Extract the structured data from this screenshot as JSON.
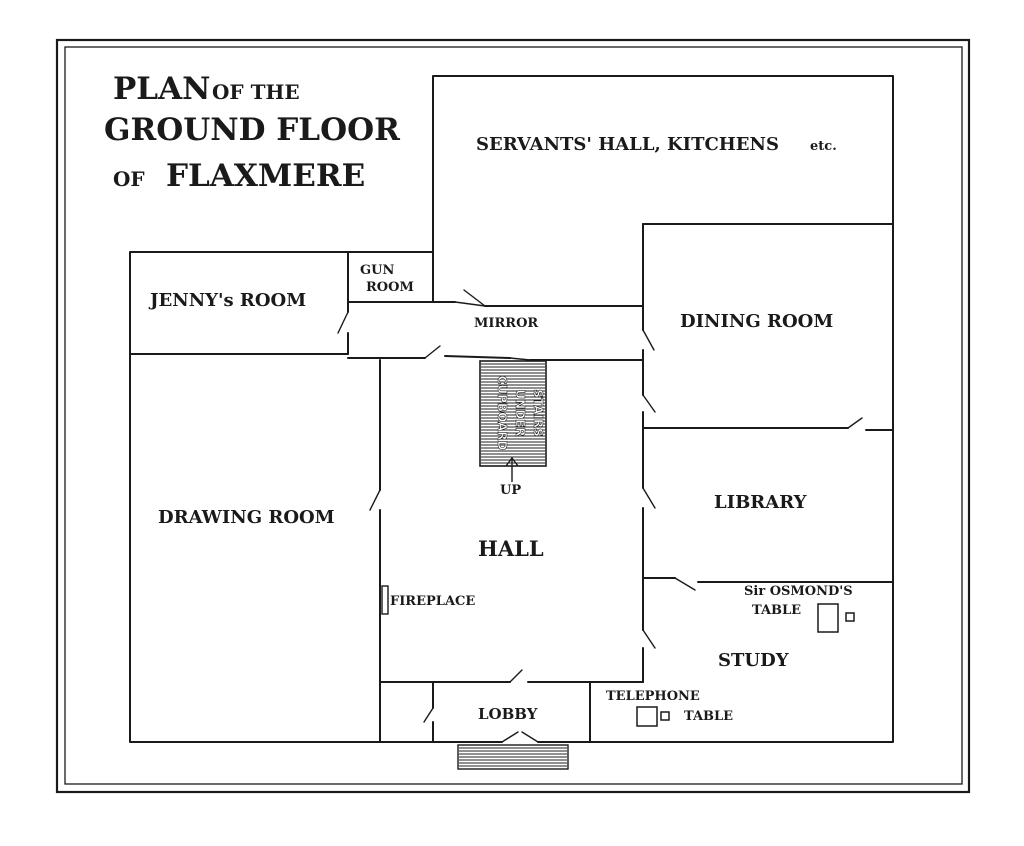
{
  "title": {
    "line1_big": "PLAN",
    "line1_small": "OF THE",
    "line2": "GROUND FLOOR",
    "line3_small": "OF",
    "line3_big": "FLAXMERE"
  },
  "rooms": {
    "servants_hall": "SERVANTS' HALL, KITCHENS",
    "servants_hall_suffix": "etc.",
    "jennys_room": "JENNY's ROOM",
    "gun_room_line1": "GUN",
    "gun_room_line2": "ROOM",
    "dining_room": "DINING ROOM",
    "drawing_room": "DRAWING ROOM",
    "hall": "HALL",
    "library": "LIBRARY",
    "study": "STUDY",
    "lobby": "LOBBY"
  },
  "features": {
    "mirror": "MIRROR",
    "cupboard_line1": "CUPBOARD",
    "cupboard_line2": "UNDER",
    "cupboard_line3": "STAIRS",
    "up": "UP",
    "fireplace": "FIREPLACE",
    "osmonds_table_line1": "Sir OSMOND'S",
    "osmonds_table_line2": "TABLE",
    "telephone_line1": "TELEPHONE",
    "telephone_line2": "TABLE"
  },
  "colors": {
    "ink": "#1a1a1a",
    "paper": "#ffffff"
  }
}
